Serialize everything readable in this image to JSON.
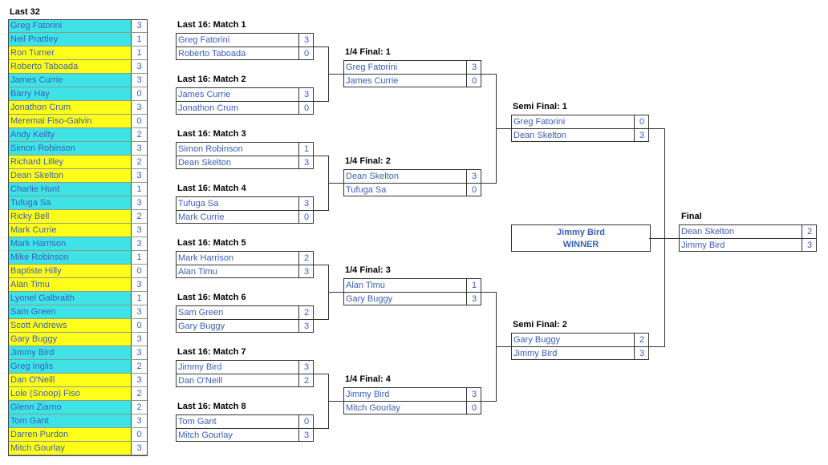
{
  "last32": {
    "title": "Last 32",
    "players": [
      {
        "name": "Greg Fatorini",
        "score": "3",
        "color": "cyan"
      },
      {
        "name": "Neil Prattley",
        "score": "1",
        "color": "cyan"
      },
      {
        "name": "Ron Turner",
        "score": "1",
        "color": "yellow"
      },
      {
        "name": "Roberto Taboada",
        "score": "3",
        "color": "yellow"
      },
      {
        "name": "James Currie",
        "score": "3",
        "color": "cyan"
      },
      {
        "name": "Barry Hay",
        "score": "0",
        "color": "cyan"
      },
      {
        "name": "Jonathon Crum",
        "score": "3",
        "color": "yellow"
      },
      {
        "name": "Meremai Fiso-Galvin",
        "score": "0",
        "color": "yellow"
      },
      {
        "name": "Andy Keilty",
        "score": "2",
        "color": "cyan"
      },
      {
        "name": "Simon Robinson",
        "score": "3",
        "color": "cyan"
      },
      {
        "name": "Richard Lilley",
        "score": "2",
        "color": "yellow"
      },
      {
        "name": "Dean Skelton",
        "score": "3",
        "color": "yellow"
      },
      {
        "name": "Charlie Hunt",
        "score": "1",
        "color": "cyan"
      },
      {
        "name": "Tufuga Sa",
        "score": "3",
        "color": "cyan"
      },
      {
        "name": "Ricky Bell",
        "score": "2",
        "color": "yellow"
      },
      {
        "name": "Mark Currie",
        "score": "3",
        "color": "yellow"
      },
      {
        "name": "Mark Harrison",
        "score": "3",
        "color": "cyan"
      },
      {
        "name": "Mike Robinson",
        "score": "1",
        "color": "cyan"
      },
      {
        "name": "Baptiste Hilly",
        "score": "0",
        "color": "yellow"
      },
      {
        "name": "Alan Timu",
        "score": "3",
        "color": "yellow"
      },
      {
        "name": "Lyonel Galbraith",
        "score": "1",
        "color": "cyan"
      },
      {
        "name": "Sam Green",
        "score": "3",
        "color": "cyan"
      },
      {
        "name": "Scott Andrews",
        "score": "0",
        "color": "yellow"
      },
      {
        "name": "Gary Buggy",
        "score": "3",
        "color": "yellow"
      },
      {
        "name": "Jimmy Bird",
        "score": "3",
        "color": "cyan"
      },
      {
        "name": "Greg Inglis",
        "score": "2",
        "color": "cyan"
      },
      {
        "name": "Dan O'Neill",
        "score": "3",
        "color": "yellow"
      },
      {
        "name": "Lole (Snoop) Fiso",
        "score": "2",
        "color": "yellow"
      },
      {
        "name": "Glenn Ziarno",
        "score": "2",
        "color": "cyan"
      },
      {
        "name": "Tom Gant",
        "score": "3",
        "color": "cyan"
      },
      {
        "name": "Darren Purdon",
        "score": "0",
        "color": "yellow"
      },
      {
        "name": "Mitch Gourlay",
        "score": "3",
        "color": "yellow"
      }
    ]
  },
  "last16": [
    {
      "title": "Last 16: Match 1",
      "p1": "Greg Fatorini",
      "s1": "3",
      "p2": "Roberto Taboada",
      "s2": "0"
    },
    {
      "title": "Last 16: Match 2",
      "p1": "James Currie",
      "s1": "3",
      "p2": "Jonathon Crum",
      "s2": "0"
    },
    {
      "title": "Last 16: Match 3",
      "p1": "Simon Robinson",
      "s1": "1",
      "p2": "Dean Skelton",
      "s2": "3"
    },
    {
      "title": "Last 16: Match 4",
      "p1": "Tufuga Sa",
      "s1": "3",
      "p2": "Mark Currie",
      "s2": "0"
    },
    {
      "title": "Last 16: Match 5",
      "p1": "Mark Harrison",
      "s1": "2",
      "p2": "Alan Timu",
      "s2": "3"
    },
    {
      "title": "Last 16: Match 6",
      "p1": "Sam Green",
      "s1": "2",
      "p2": "Gary Buggy",
      "s2": "3"
    },
    {
      "title": "Last 16: Match 7",
      "p1": "Jimmy Bird",
      "s1": "3",
      "p2": "Dan O'Neill",
      "s2": "2"
    },
    {
      "title": "Last 16: Match 8",
      "p1": "Tom Gant",
      "s1": "0",
      "p2": "Mitch Gourlay",
      "s2": "3"
    }
  ],
  "quarter": [
    {
      "title": "1/4 Final: 1",
      "p1": "Greg Fatorini",
      "s1": "3",
      "p2": "James Currie",
      "s2": "0"
    },
    {
      "title": "1/4 Final: 2",
      "p1": "Dean Skelton",
      "s1": "3",
      "p2": "Tufuga Sa",
      "s2": "0"
    },
    {
      "title": "1/4 Final: 3",
      "p1": "Alan Timu",
      "s1": "1",
      "p2": "Gary Buggy",
      "s2": "3"
    },
    {
      "title": "1/4 Final: 4",
      "p1": "Jimmy Bird",
      "s1": "3",
      "p2": "Mitch Gourlay",
      "s2": "0"
    }
  ],
  "semi": [
    {
      "title": "Semi Final: 1",
      "p1": "Greg Fatorini",
      "s1": "0",
      "p2": "Dean Skelton",
      "s2": "3"
    },
    {
      "title": "Semi Final: 2",
      "p1": "Gary Buggy",
      "s1": "2",
      "p2": "Jimmy Bird",
      "s2": "3"
    }
  ],
  "final": {
    "title": "Final",
    "p1": "Dean Skelton",
    "s1": "2",
    "p2": "Jimmy Bird",
    "s2": "3"
  },
  "winner": {
    "name": "Jimmy Bird",
    "label": "WINNER"
  },
  "colors": {
    "cyan": "#3fe3e6",
    "yellow": "#ffff1a",
    "text": "#3a5fb8",
    "line": "#333333"
  }
}
